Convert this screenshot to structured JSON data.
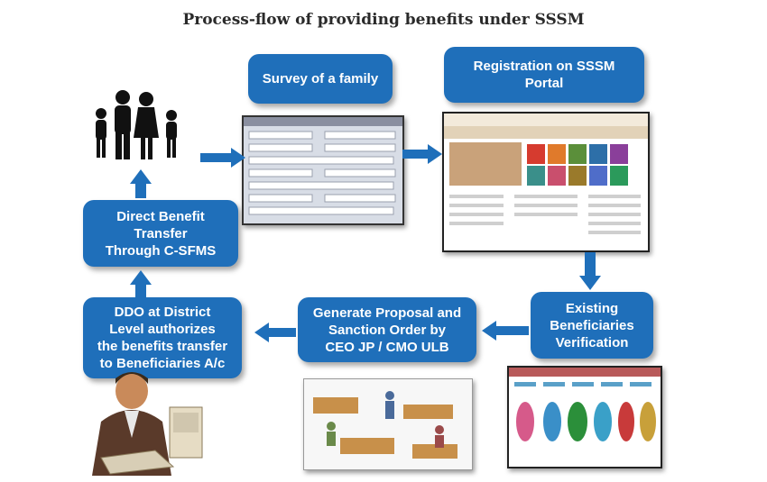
{
  "title": "Process-flow of providing benefits under SSSM",
  "steps": {
    "survey": "Survey of a family",
    "registration": "Registration on SSSM\nPortal",
    "verification": "Existing\nBeneficiaries\nVerification",
    "proposal": "Generate Proposal and\nSanction Order by\nCEO JP / CMO ULB",
    "ddo": "DDO at District\nLevel authorizes\nthe benefits transfer\nto Beneficiaries A/c",
    "dbt": "Direct Benefit\nTransfer\nThrough C-SFMS"
  },
  "colors": {
    "box": "#1f6fba",
    "arrow": "#1f6fba"
  }
}
